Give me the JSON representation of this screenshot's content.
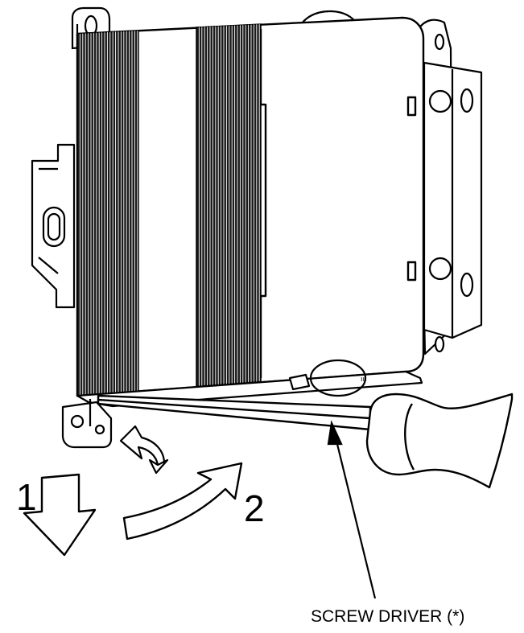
{
  "steps": {
    "step1": "1",
    "step2": "2"
  },
  "callout": {
    "label": "SCREW DRIVER (*)"
  },
  "colors": {
    "line": "#000000",
    "background": "#ffffff",
    "fin": "#1a1a1a",
    "tool_fill": "#ffffff"
  },
  "icons": [
    "arrow-down-icon",
    "arrow-curved-right-icon",
    "rotation-arrow-icon"
  ]
}
